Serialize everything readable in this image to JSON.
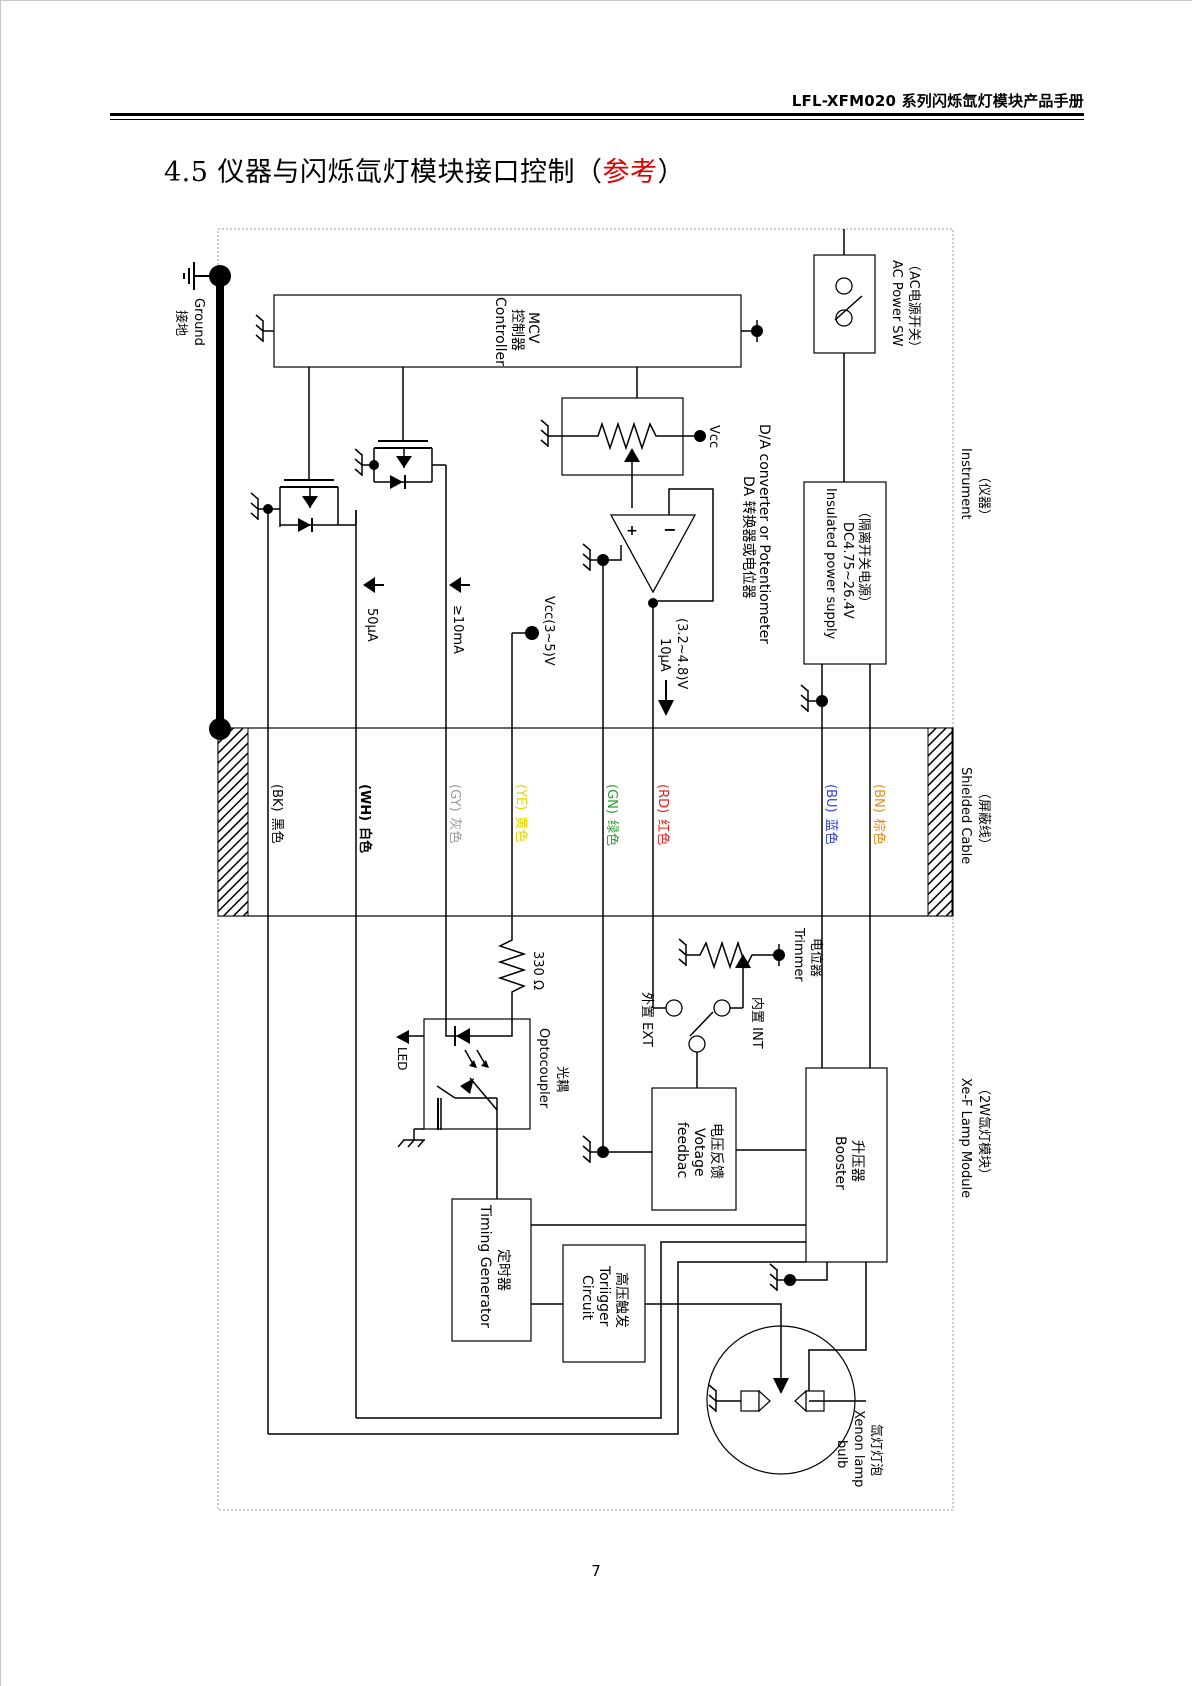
{
  "header": {
    "text": "LFL-XFM020 系列闪烁氙灯模块产品手册"
  },
  "title": {
    "number": "4.5",
    "main": "仪器与闪烁氙灯模块接口控制",
    "open_paren": "（",
    "note": "参考",
    "close_paren": "）"
  },
  "page_number": "7",
  "colors": {
    "red": "#e00000",
    "BN": "#e8891a",
    "BU": "#2a3fd4",
    "RD": "#e62020",
    "GN": "#2e9a2e",
    "YE": "#e6d400",
    "GY": "#9a9a9a",
    "WH": "#000000",
    "BK": "#000000"
  },
  "diagram": {
    "sections": {
      "instrument": [
        "（仪器）",
        "Instrument"
      ],
      "cable": [
        "（屏蔽线）",
        "Shielded Cable"
      ],
      "module": [
        "（2W氙灯模块）",
        "Xe-F Lamp Module"
      ]
    },
    "ground": [
      "Ground",
      "接地"
    ],
    "ac_switch": [
      "（AC电源开关）",
      "AC Power SW"
    ],
    "mcv": [
      "MCV",
      "控制器",
      "Controller"
    ],
    "psu": [
      "（隔离开关电源）",
      "DC4.75~26.4V",
      "Insulated power supply"
    ],
    "da": [
      "D/A converter or Potentiometer",
      "DA 转换器或电位器"
    ],
    "vcc": "Vcc",
    "opamp": {
      "plus": "+",
      "minus": "−"
    },
    "voltage_out": [
      "(3.2~4.8)V",
      "10μA"
    ],
    "vcc_range": "Vcc(3~5)V",
    "i10": "≥10mA",
    "i50": "50μA",
    "wires": [
      {
        "code": "(BN)",
        "name": "棕色"
      },
      {
        "code": "(BU)",
        "name": "蓝色"
      },
      {
        "code": "(RD)",
        "name": "红色"
      },
      {
        "code": "(GN)",
        "name": "绿色"
      },
      {
        "code": "(YE)",
        "name": "黄色"
      },
      {
        "code": "(GY)",
        "name": "灰色"
      },
      {
        "code": "(WH)",
        "name": "白色"
      },
      {
        "code": "(BK)",
        "name": "黑色"
      }
    ],
    "trimmer": [
      "电位器",
      "Trimmer"
    ],
    "int": "内置 INT",
    "ext": "外置 EXT",
    "resistor": "330 Ω",
    "optocoupler": [
      "光耦",
      "Optocoupler"
    ],
    "led": "LED",
    "feedback": [
      "电压反馈",
      "Votage",
      "feedbac"
    ],
    "booster": [
      "升压器",
      "Booster"
    ],
    "timing": [
      "定时器",
      "Timing Generator"
    ],
    "trigger": [
      "高压触发",
      "Toriigger",
      "Circuit"
    ],
    "lamp": [
      "氙灯灯泡",
      "Xenon lamp",
      "bulb"
    ]
  }
}
